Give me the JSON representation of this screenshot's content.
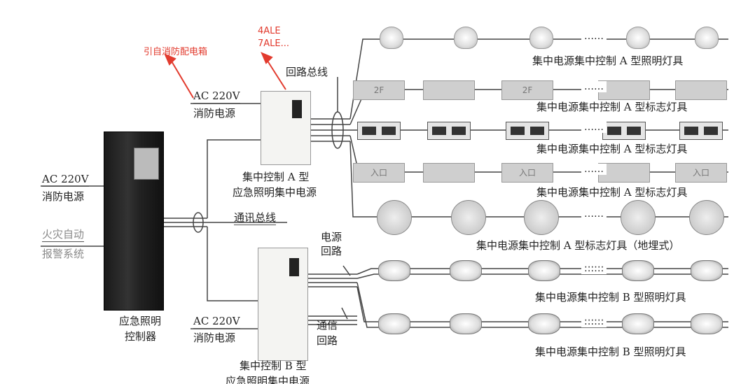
{
  "colors": {
    "red": "#e23b2e",
    "wire": "#444444",
    "cabinet": "#222222"
  },
  "annotations": {
    "source_note": "引自消防配电箱",
    "circuit_ids_1": "4ALE",
    "circuit_ids_2": "7ALE..."
  },
  "controller": {
    "input_power_1": "AC  220V",
    "input_power_2": "消防电源",
    "alarm_1": "火灾自动",
    "alarm_2": "报警系统",
    "name_1": "应急照明",
    "name_2": "控制器"
  },
  "bus": {
    "loop": "回路总线",
    "comm": "通讯总线"
  },
  "supply_a": {
    "power_1": "AC  220V",
    "power_2": "消防电源",
    "name_1": "集中控制 A 型",
    "name_2": "应急照明集中电源"
  },
  "supply_b": {
    "power_1": "AC  220V",
    "power_2": "消防电源",
    "power_loop_1": "电源",
    "power_loop_2": "回路",
    "comm_loop_1": "通信",
    "comm_loop_2": "回路",
    "name_1": "集中控制 B 型",
    "name_2": "应急照明集中电源"
  },
  "rows": [
    {
      "label": "集中电源集中控制 A 型照明灯具",
      "dots": "……"
    },
    {
      "label": "集中电源集中控制 A 型标志灯具",
      "dots": "……",
      "sign_text": [
        "2F",
        "",
        "2F",
        "",
        ""
      ]
    },
    {
      "label": "集中电源集中控制 A 型标志灯具",
      "dots": "……"
    },
    {
      "label": "集中电源集中控制 A 型标志灯具",
      "dots": "……",
      "sign_text": [
        "入口",
        "",
        "入口",
        "",
        "入口"
      ]
    },
    {
      "label": "集中电源集中控制 A 型标志灯具（地埋式）",
      "dots": "……"
    },
    {
      "label": "集中电源集中控制 B 型照明灯具",
      "dots": "::::::"
    },
    {
      "label": "集中电源集中控制 B 型照明灯具",
      "dots": "::::::"
    }
  ]
}
